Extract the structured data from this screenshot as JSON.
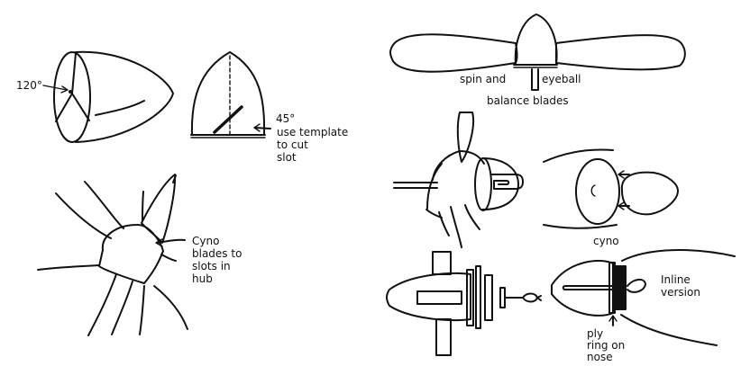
{
  "labels": {
    "angle_120": "120°",
    "angle_45": "45°",
    "use_template": "use template",
    "to_cut": "to cut",
    "slot": "slot",
    "spin_and": "spin and",
    "eyeball": "eyeball",
    "balance_blades": "balance blades",
    "cyno_blades_1": "Cyno",
    "cyno_blades_2": "blades to",
    "cyno_blades_3": "slots in",
    "cyno_blades_4": "hub",
    "cyno_right": "cyno",
    "inline_1": "Inline",
    "inline_2": "version",
    "ply_1": "ply",
    "ply_2": "ring on",
    "ply_3": "nose"
  }
}
